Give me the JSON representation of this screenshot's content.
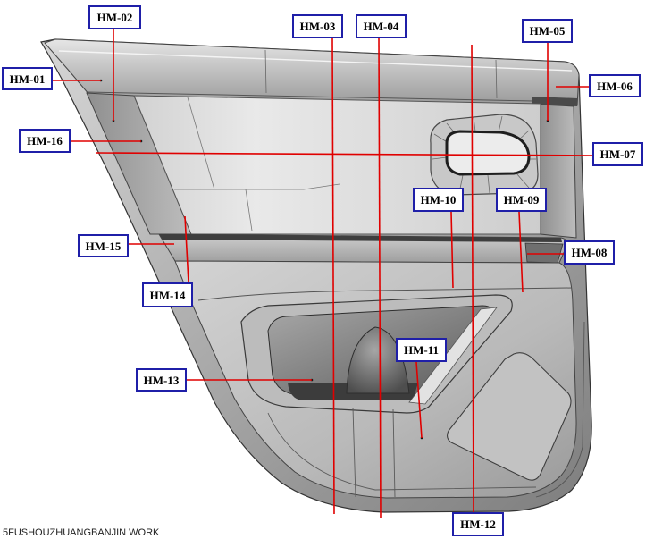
{
  "labels": [
    "HM-01",
    "HM-02",
    "HM-03",
    "HM-04",
    "HM-05",
    "HM-06",
    "HM-07",
    "HM-08",
    "HM-09",
    "HM-10",
    "HM-11",
    "HM-12",
    "HM-13",
    "HM-14",
    "HM-15",
    "HM-16"
  ],
  "footer": "5FUSHOUZHUANGBANJIN WORK",
  "colors": {
    "callout_border": "#1f1fa8",
    "leader_line": "#e00000"
  }
}
